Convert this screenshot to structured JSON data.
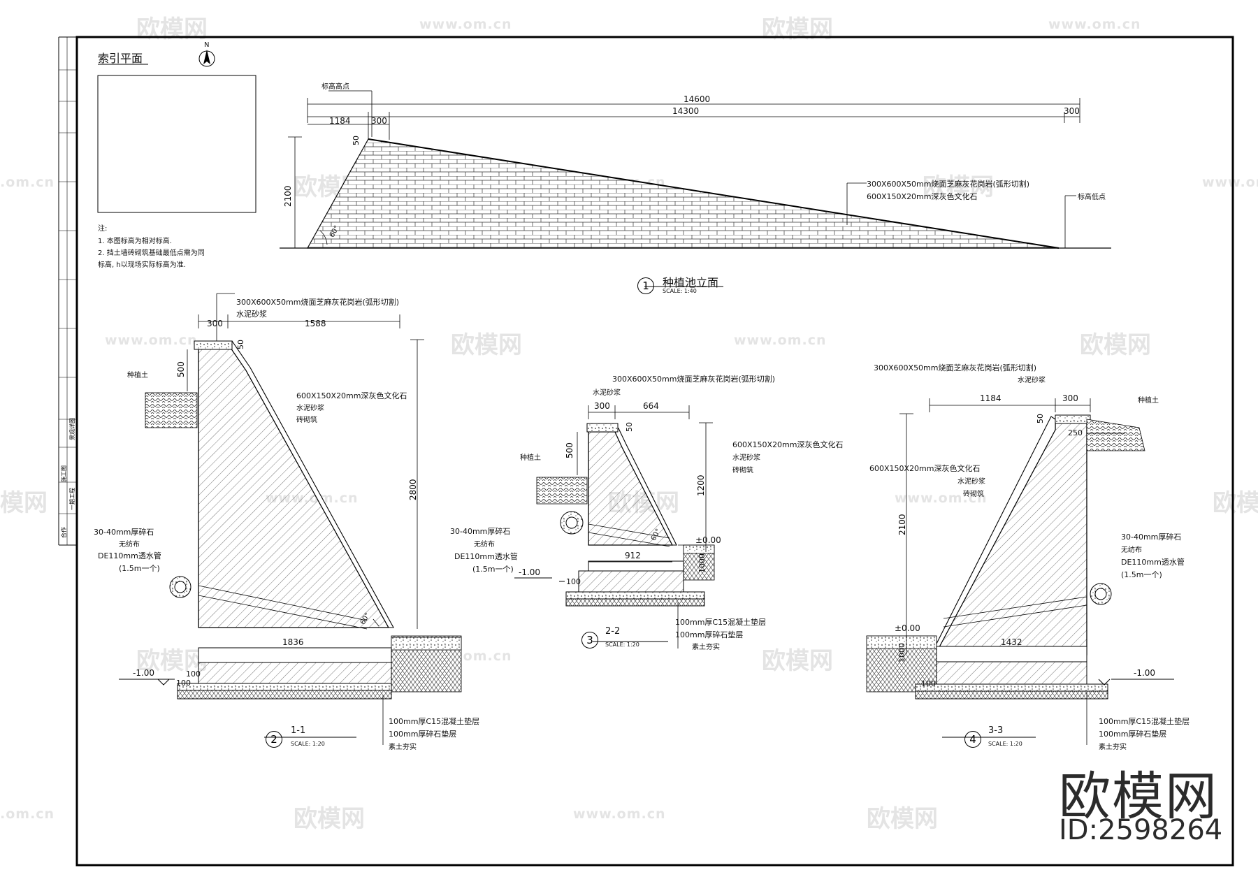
{
  "brand": {
    "logo_text": "欧模网",
    "id_text": "ID:2598264"
  },
  "watermarks": {
    "logo": "欧模网",
    "url": "www.om.cn",
    "short_url": ".om.cn",
    "cut_logo": "欧模网",
    "cut_logo_left": "模网"
  },
  "index_plan": {
    "title": "索引平面",
    "north": "N"
  },
  "notes": {
    "heading": "注:",
    "line1": "1. 本图标高为相对标高.",
    "line2": "2. 挡土墙砖砌筑基础最低点需为同",
    "line3": "标高, h以现场实际标高为准."
  },
  "elevation": {
    "number": "1",
    "title": "种植池立面",
    "scale": "SCALE: 1:40",
    "high_point": "标高高点",
    "low_point": "标高低点",
    "dim_total": "14600",
    "dim_main": "14300",
    "dim_end": "300",
    "dim_left": "1184",
    "dim_top": "300",
    "dim_height": "2100",
    "dim_cap": "50",
    "angle": "60°",
    "callout1": "300X600X50mm烧面芝麻灰花岗岩(弧形切割)",
    "callout2": "600X150X20mm深灰色文化石"
  },
  "section1": {
    "number": "2",
    "title": "1-1",
    "scale": "SCALE: 1:20",
    "cap_label": "300X600X50mm烧面芝麻灰花岗岩(弧形切割)",
    "mortar_top": "水泥砂浆",
    "dim_cap": "300",
    "dim_top": "1588",
    "dim_cap_h": "50",
    "soil": "种植土",
    "dim_soil": "500",
    "stone": "600X150X20mm深灰色文化石",
    "mortar": "水泥砂浆",
    "brick": "砖砌筑",
    "gravel": "30-40mm厚碎石",
    "fabric": "无纺布",
    "pipe": "DE110mm透水管",
    "pipe_spacing": "(1.5m一个)",
    "dim_height": "2800",
    "dim_base": "1836",
    "angle": "60°",
    "level": "-1.00",
    "dim_100a": "100",
    "dim_100b": "100",
    "concrete": "100mm厚C15混凝土垫层",
    "gravel_bed": "100mm厚碎石垫层",
    "compacted": "素土夯实"
  },
  "section2": {
    "number": "3",
    "title": "2-2",
    "scale": "SCALE: 1:20",
    "cap_label": "300X600X50mm烧面芝麻灰花岗岩(弧形切割)",
    "mortar_top": "水泥砂浆",
    "dim_cap": "300",
    "dim_top": "664",
    "dim_cap_h": "50",
    "soil": "种植土",
    "dim_soil": "500",
    "stone": "600X150X20mm深灰色文化石",
    "mortar": "水泥砂浆",
    "brick": "砖砌筑",
    "dim_height": "1200",
    "gravel": "30-40mm厚碎石",
    "fabric": "无纺布",
    "pipe": "DE110mm透水管",
    "pipe_spacing": "(1.5m一个)",
    "level0": "±0.00",
    "level": "-1.00",
    "dim_base": "912",
    "dim_100a": "100",
    "dim_1000": "1000",
    "angle": "60°",
    "concrete": "100mm厚C15混凝土垫层",
    "gravel_bed": "100mm厚碎石垫层",
    "compacted": "素土夯实"
  },
  "section3": {
    "number": "4",
    "title": "3-3",
    "scale": "SCALE: 1:20",
    "cap_label": "300X600X50mm烧面芝麻灰花岗岩(弧形切割)",
    "mortar_top": "水泥砂浆",
    "dim_left": "1184",
    "dim_cap": "300",
    "dim_cap_h": "50",
    "dim_250": "250",
    "soil": "种植土",
    "stone": "600X150X20mm深灰色文化石",
    "mortar": "水泥砂浆",
    "brick": "砖砌筑",
    "dim_height": "2100",
    "gravel": "30-40mm厚碎石",
    "fabric": "无纺布",
    "pipe": "DE110mm透水管",
    "pipe_spacing": "(1.5m一个)",
    "level0": "±0.00",
    "level": "-1.00",
    "dim_base": "1432",
    "dim_1000": "1000",
    "dim_100": "100",
    "concrete": "100mm厚C15混凝土垫层",
    "gravel_bed": "100mm厚碎石垫层",
    "compacted": "素土夯实"
  },
  "title_block": {
    "a": "合作",
    "b": "一期工程",
    "c": "施工图",
    "d": "景观详图"
  }
}
